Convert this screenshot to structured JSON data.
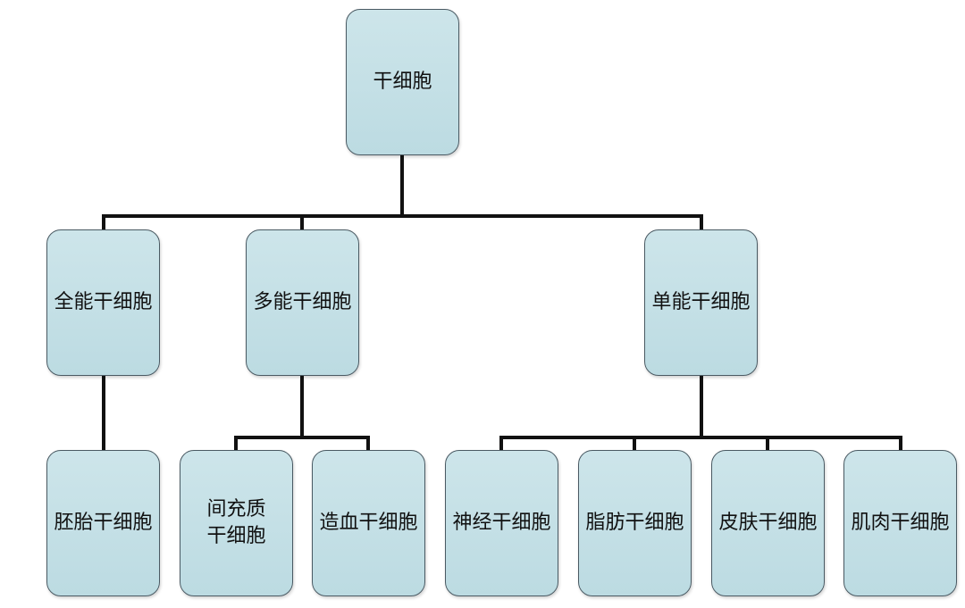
{
  "nodes": {
    "root": "干细胞",
    "totipotent": "全能干细胞",
    "pluripotent": "多能干细胞",
    "unipotent": "单能干细胞",
    "embryonic": "胚胎干细胞",
    "mesenchymal": "间充质\n干细胞",
    "hematopoietic": "造血干细胞",
    "neural": "神经干细胞",
    "adipose": "脂肪干细胞",
    "skin": "皮肤干细胞",
    "muscle": "肌肉干细胞"
  },
  "edges": [
    [
      "root",
      "totipotent"
    ],
    [
      "root",
      "pluripotent"
    ],
    [
      "root",
      "unipotent"
    ],
    [
      "totipotent",
      "embryonic"
    ],
    [
      "pluripotent",
      "mesenchymal"
    ],
    [
      "pluripotent",
      "hematopoietic"
    ],
    [
      "unipotent",
      "neural"
    ],
    [
      "unipotent",
      "adipose"
    ],
    [
      "unipotent",
      "skin"
    ],
    [
      "unipotent",
      "muscle"
    ]
  ],
  "colors": {
    "node_fill": "#c4dfe5",
    "node_border": "#4a5a63",
    "connector": "#111111"
  }
}
